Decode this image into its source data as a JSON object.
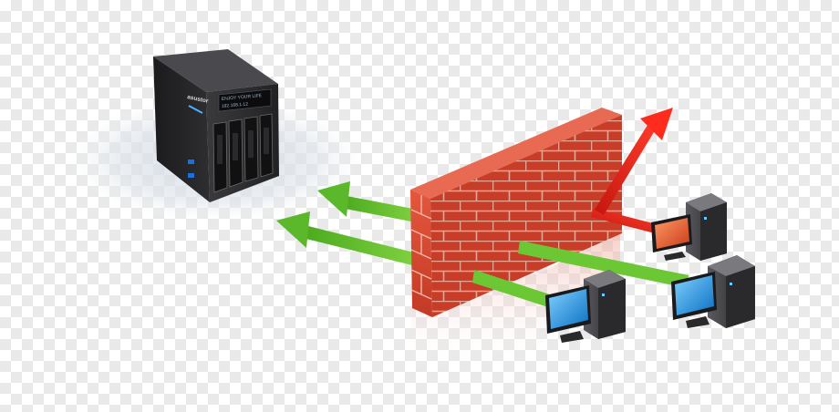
{
  "nas": {
    "brand": "asustor",
    "lcd_line1": "ENJOY YOUR LIFE",
    "lcd_line2": "192.168.1.12"
  },
  "colors": {
    "allowed_arrow": "#5fbf2a",
    "blocked_arrow": "#e8231b",
    "brick": "#d9432c",
    "mortar": "#f2a08c",
    "nas_body": "#2b2b2d",
    "screen_allowed": "#1f8fd8",
    "screen_blocked": "#e8502a"
  },
  "icons": [
    "nas-server-icon",
    "firewall-wall-icon",
    "desktop-computer-icon"
  ]
}
